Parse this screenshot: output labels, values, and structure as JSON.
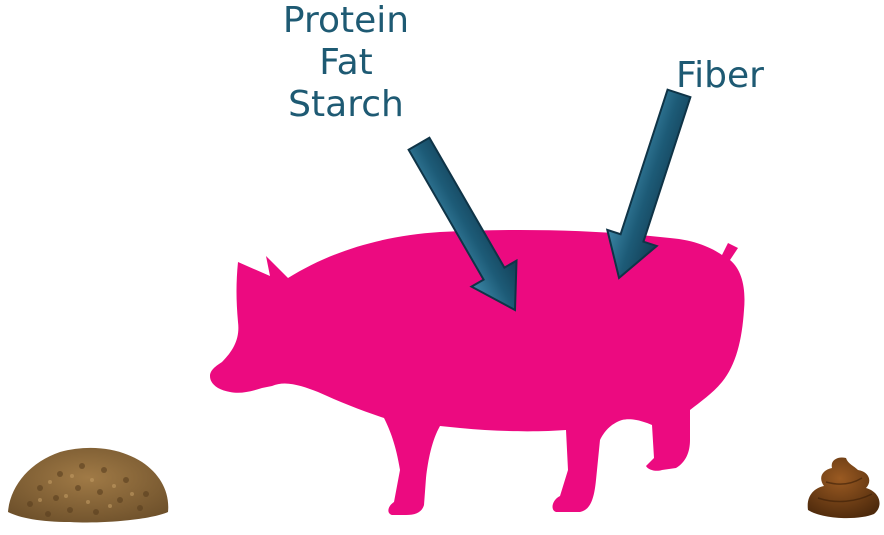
{
  "labels": {
    "nutrients": [
      "Protein",
      "Fat",
      "Starch"
    ],
    "fiber": "Fiber"
  },
  "colors": {
    "pig": "#ec0a80",
    "arrow": "#1d5b77",
    "label": "#1e5a73",
    "feed": "#8a6a3e",
    "manure": "#6b3a12"
  },
  "icons": {
    "pig": "pig-silhouette",
    "arrow_nutrients": "arrow-down-right-icon",
    "arrow_fiber": "arrow-down-left-icon",
    "feed": "feed-pellets-icon",
    "manure": "manure-icon"
  }
}
